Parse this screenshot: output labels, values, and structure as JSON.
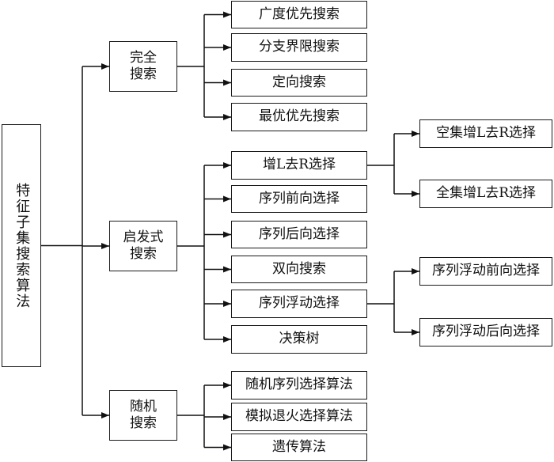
{
  "root": "特征子集搜索算法",
  "groups": [
    {
      "label": "完全\n搜索",
      "children": [
        {
          "label": "广度优先搜索"
        },
        {
          "label": "分支界限搜索"
        },
        {
          "label": "定向搜索"
        },
        {
          "label": "最优优先搜索"
        }
      ]
    },
    {
      "label": "启发式\n搜索",
      "children": [
        {
          "label": "增L去R选择",
          "children": [
            "空集增L去R选择",
            "全集增L去R选择"
          ]
        },
        {
          "label": "序列前向选择"
        },
        {
          "label": "序列后向选择"
        },
        {
          "label": "双向搜索"
        },
        {
          "label": "序列浮动选择",
          "children": [
            "序列浮动前向选择",
            "序列浮动后向选择"
          ]
        },
        {
          "label": "决策树"
        }
      ]
    },
    {
      "label": "随机\n搜索",
      "children": [
        {
          "label": "随机序列选择算法"
        },
        {
          "label": "模拟退火选择算法"
        },
        {
          "label": "遗传算法"
        }
      ]
    }
  ]
}
